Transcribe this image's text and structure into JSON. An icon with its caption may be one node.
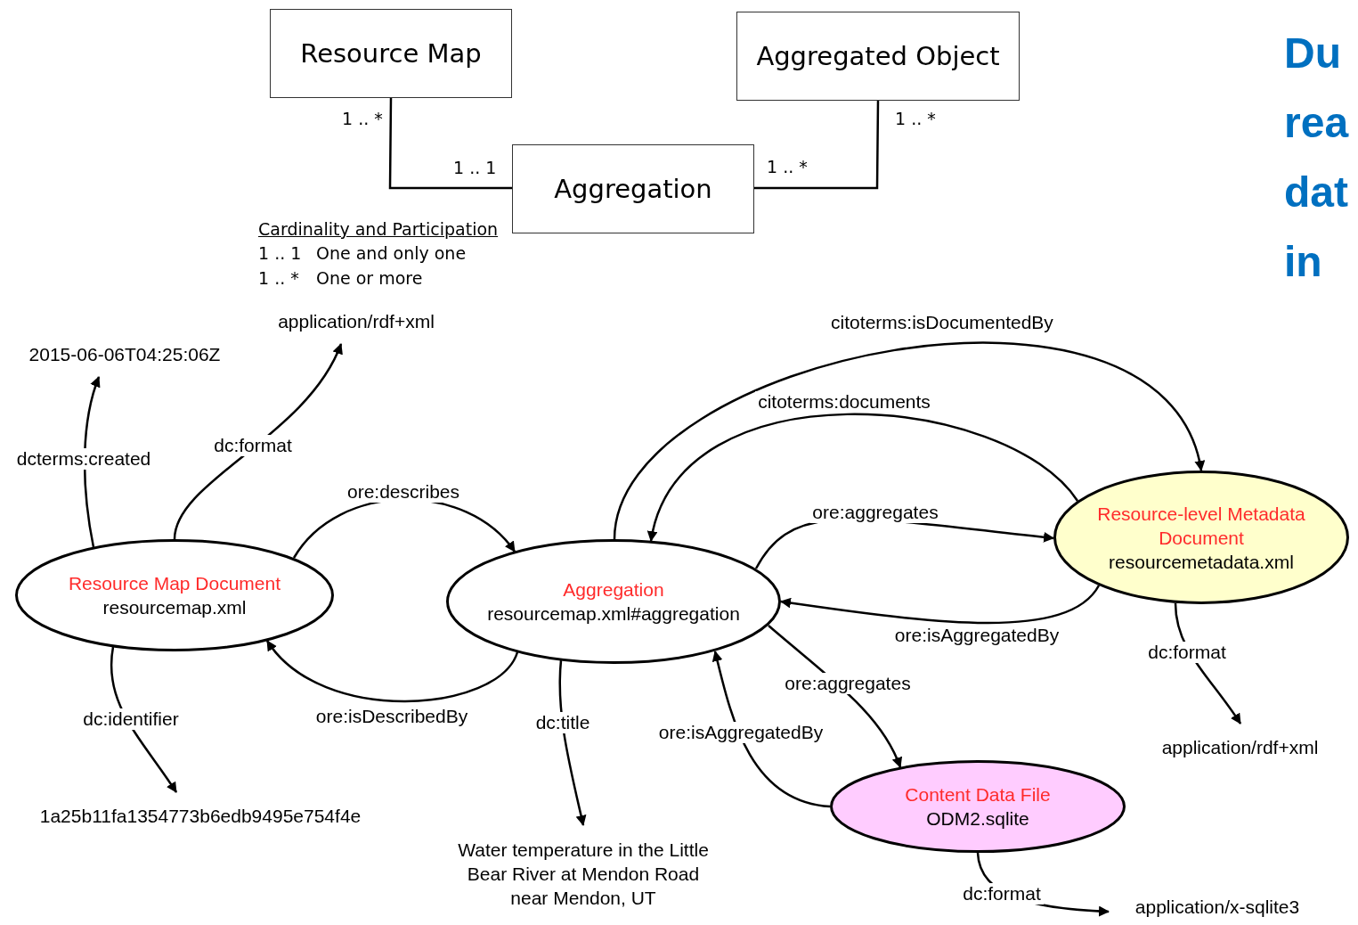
{
  "diagram": {
    "nodes": [
      {
        "text": [
          "Resource Map"
        ]
      },
      {
        "text": [
          "Aggregated Object"
        ]
      },
      {
        "text": [
          "Aggregation"
        ]
      },
      {
        "text": [
          "Resource Map Document",
          "resourcemap.xml"
        ]
      },
      {
        "text": [
          "Aggregation",
          "resourcemap.xml#aggregation"
        ]
      },
      {
        "text": [
          "Resource-level Metadata Document",
          "resourcemetadata.xml"
        ]
      },
      {
        "text": [
          "Content Data File",
          "ODM2.sqlite"
        ]
      },
      {
        "text": [
          "2015-06-06T04:25:06Z"
        ]
      },
      {
        "text": [
          "application/rdf+xml"
        ]
      },
      {
        "text": [
          "1a25b11fa1354773b6edb9495e754f4e"
        ]
      },
      {
        "text": [
          "Water temperature in the Little Bear River at Mendon Road near Mendon, UT"
        ]
      },
      {
        "text": [
          "application/rdf+xml"
        ]
      },
      {
        "text": [
          "application/x-sqlite3"
        ]
      }
    ],
    "edges": [
      {
        "from": 0,
        "to": 2,
        "arrow": "none"
      },
      {
        "from": 1,
        "to": 2,
        "arrow": "none"
      },
      {
        "from": 3,
        "to": 7,
        "arrow": "to",
        "label": "dcterms:created"
      },
      {
        "from": 3,
        "to": 8,
        "arrow": "to",
        "label": "dc:format"
      },
      {
        "from": 3,
        "to": 4,
        "arrow": "to",
        "label": "ore:describes"
      },
      {
        "from": 4,
        "to": 3,
        "arrow": "to",
        "label": "ore:isDescribedBy"
      },
      {
        "from": 3,
        "to": 9,
        "arrow": "to",
        "label": "dc:identifier"
      },
      {
        "from": 4,
        "to": 10,
        "arrow": "to",
        "label": "dc:title"
      },
      {
        "from": 4,
        "to": 5,
        "arrow": "to",
        "label": "citoterms:isDocumentedBy"
      },
      {
        "from": 5,
        "to": 4,
        "arrow": "to",
        "label": "citoterms:documents"
      },
      {
        "from": 4,
        "to": 5,
        "arrow": "to",
        "label": "ore:aggregates"
      },
      {
        "from": 5,
        "to": 4,
        "arrow": "to",
        "label": "ore:isAggregatedBy"
      },
      {
        "from": 4,
        "to": 6,
        "arrow": "to",
        "label": "ore:aggregates"
      },
      {
        "from": 6,
        "to": 4,
        "arrow": "to",
        "label": "ore:isAggregatedBy"
      },
      {
        "from": 5,
        "to": 11,
        "arrow": "to",
        "label": "dc:format"
      },
      {
        "from": 6,
        "to": 12,
        "arrow": "to",
        "label": "dc:format"
      }
    ],
    "labels": [
      "1 .. *",
      "1 .. 1",
      "1 .. *",
      "1 .. *",
      "Cardinality and Participation",
      "1 .. 1",
      "One and only one",
      "1 .. *",
      "One or more",
      "Du",
      "rea",
      "dat",
      "in"
    ]
  }
}
